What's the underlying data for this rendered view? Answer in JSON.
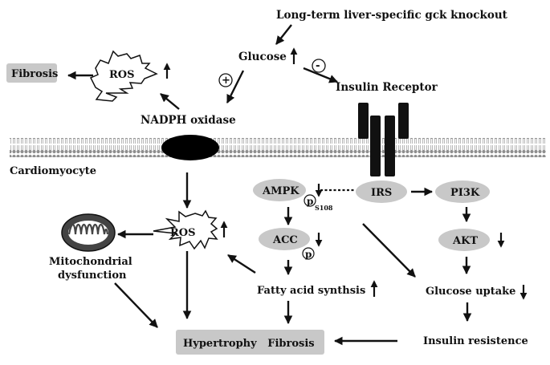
{
  "labels": {
    "top_title": "Long-term liver-specific gck knockout",
    "glucose": "Glucose",
    "minus_sign": "-",
    "plus_sign": "+",
    "insulin_receptor": "Insulin Receptor",
    "nadph_oxidase": "NADPH oxidase",
    "fibrosis_top": "Fibrosis",
    "ros_top": "ROS",
    "cardiomyocyte": "Cardiomyocyte",
    "ampk": "AMPK",
    "p_ampk": "p",
    "s108": "S108",
    "irs": "IRS",
    "pi3k": "PI3K",
    "acc": "ACC",
    "p_acc": "p",
    "akt": "AKT",
    "ros_mid": "ROS",
    "mito_line1": "Mitochondrial",
    "mito_line2": "dysfunction",
    "fatty_acid": "Fatty acid synthsis",
    "glucose_uptake": "Glucose uptake",
    "insulin_resistence": "Insulin resistence",
    "hypertrophy_fibrosis": "Hypertrophy   Fibrosis"
  },
  "colors": {
    "gray_node": "#c8c8c8",
    "dark": "#111111",
    "membrane": "#9a9a9a"
  }
}
